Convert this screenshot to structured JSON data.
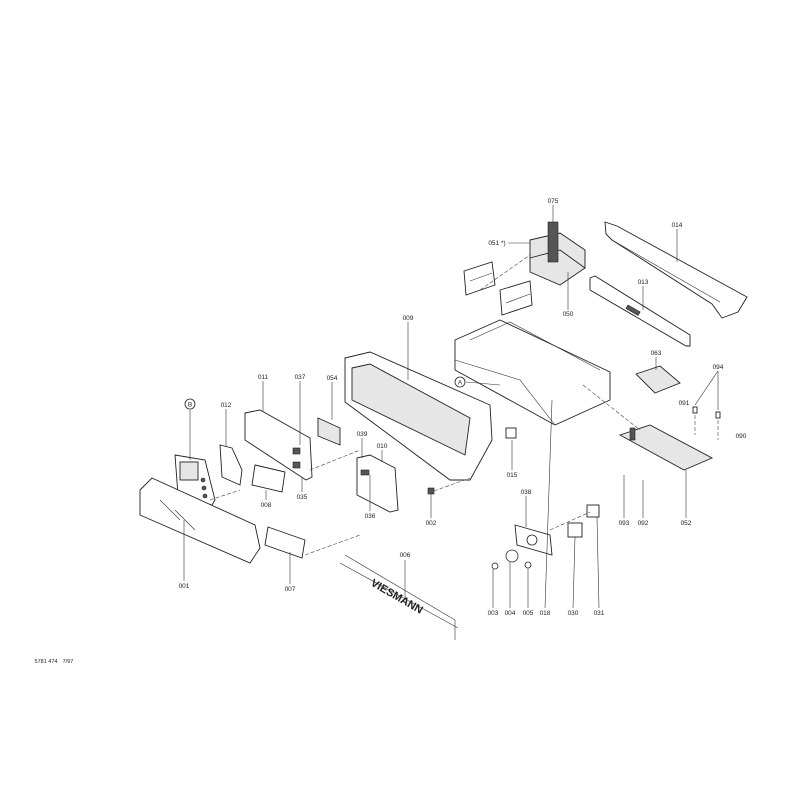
{
  "diagram": {
    "brand": "VIESMANN",
    "document_number": "5781 474",
    "date": "7/97",
    "callouts": {
      "A": "A",
      "B": "B"
    },
    "parts": {
      "p075": "075",
      "p051": "051 *)",
      "p014": "014",
      "p013": "013",
      "p050": "050",
      "p009": "009",
      "p011": "011",
      "p037": "037",
      "p054": "054",
      "p012": "012",
      "p063": "063",
      "p094": "094",
      "p091": "091",
      "p090": "090",
      "p039": "039",
      "p010": "010",
      "p015": "015",
      "p036": "036",
      "p035": "035",
      "p008": "008",
      "p002": "002",
      "p038": "038",
      "p052": "052",
      "p093": "093",
      "p092": "092",
      "p001": "001",
      "p007": "007",
      "p006": "006",
      "p003": "003",
      "p004": "004",
      "p005": "005",
      "p018": "018",
      "p030": "030",
      "p031": "031"
    }
  }
}
